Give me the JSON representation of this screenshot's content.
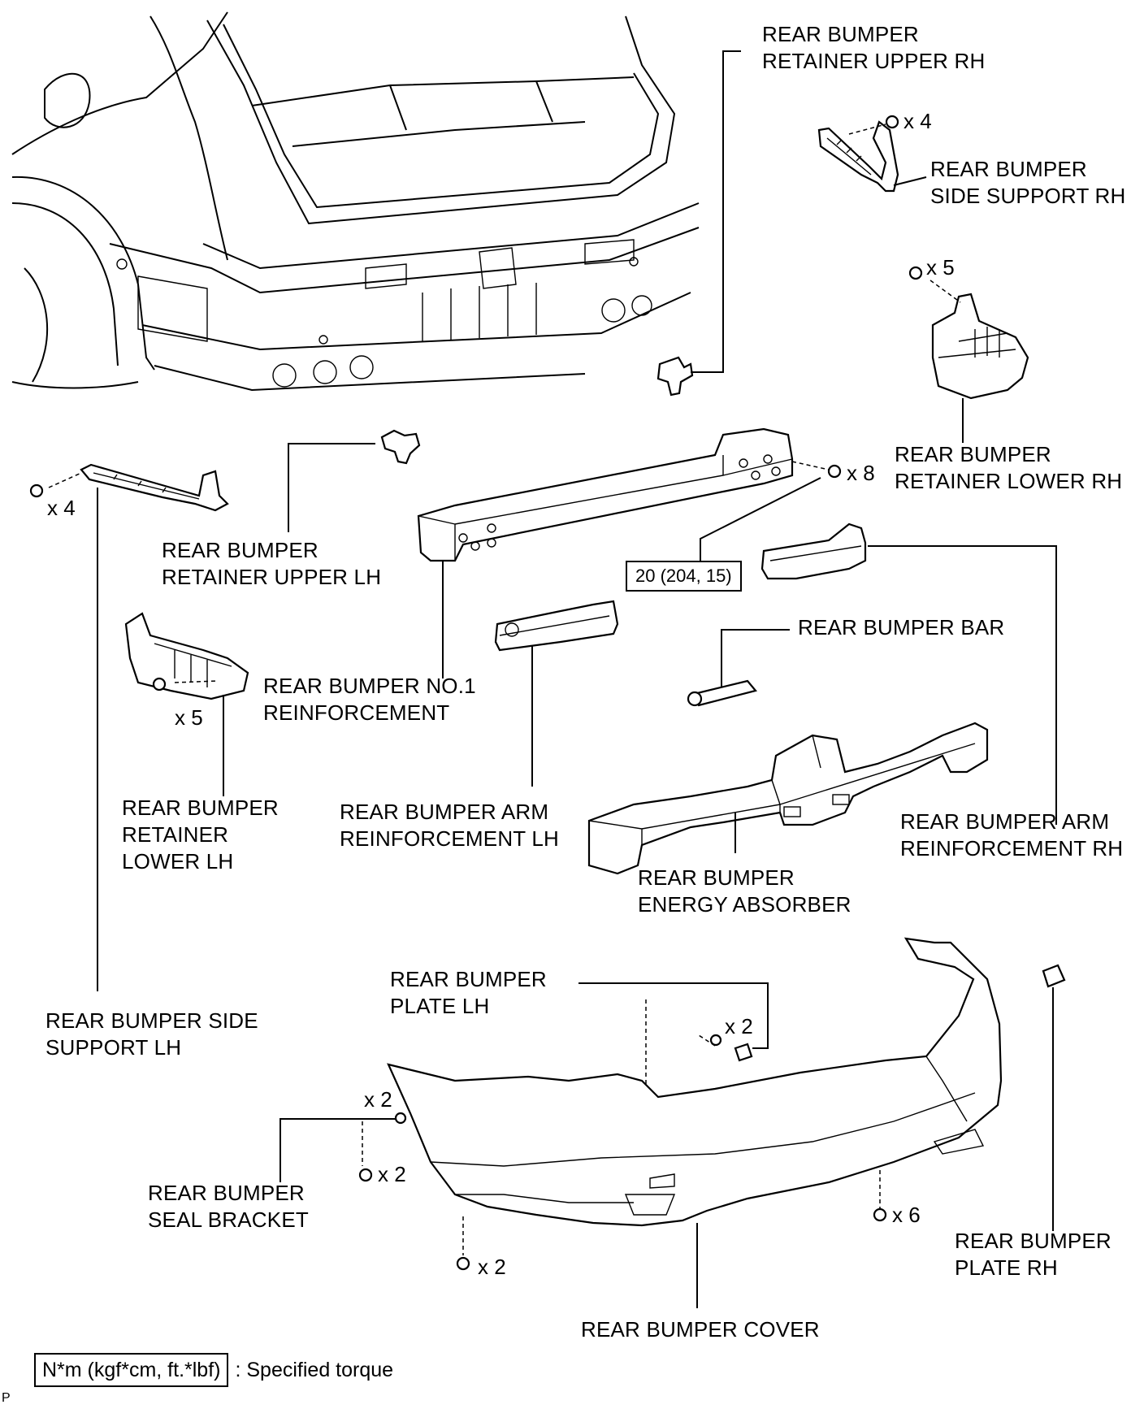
{
  "labels": {
    "retainer_upper_rh": [
      "REAR BUMPER",
      "RETAINER UPPER RH"
    ],
    "side_support_rh": [
      "REAR BUMPER",
      "SIDE SUPPORT RH"
    ],
    "retainer_lower_rh": [
      "REAR BUMPER",
      "RETAINER LOWER RH"
    ],
    "retainer_upper_lh": [
      "REAR BUMPER",
      "RETAINER UPPER LH"
    ],
    "reinforcement_no1": [
      "REAR BUMPER NO.1",
      "REINFORCEMENT"
    ],
    "bumper_bar": [
      "REAR BUMPER BAR"
    ],
    "retainer_lower_lh": [
      "REAR BUMPER",
      "RETAINER",
      "LOWER LH"
    ],
    "arm_reinforcement_lh": [
      "REAR BUMPER ARM",
      "REINFORCEMENT LH"
    ],
    "arm_reinforcement_rh": [
      "REAR BUMPER ARM",
      "REINFORCEMENT RH"
    ],
    "energy_absorber": [
      "REAR BUMPER",
      "ENERGY ABSORBER"
    ],
    "side_support_lh": [
      "REAR BUMPER SIDE",
      "SUPPORT LH"
    ],
    "plate_lh": [
      "REAR BUMPER",
      "PLATE LH"
    ],
    "seal_bracket": [
      "REAR BUMPER",
      "SEAL BRACKET"
    ],
    "plate_rh": [
      "REAR BUMPER",
      "PLATE RH"
    ],
    "bumper_cover": [
      "REAR BUMPER COVER"
    ]
  },
  "quantities": {
    "side_support_rh_bolts": "x 4",
    "retainer_lower_rh_bolts": "x 5",
    "reinforcement_nuts": "x 8",
    "side_support_lh_bolts": "x 4",
    "retainer_lower_lh_bolts": "x 5",
    "plate_lh_screws": "x 2",
    "seal_bracket_clips": "x 2",
    "seal_bracket_screws": "x 2",
    "cover_bottom_screws_rh": "x 6",
    "cover_bottom_screws_lh": "x 2"
  },
  "torque": "20 (204, 15)",
  "legend": {
    "box": "N*m (kgf*cm, ft.*lbf)",
    "text": ": Specified torque"
  },
  "code": "P"
}
